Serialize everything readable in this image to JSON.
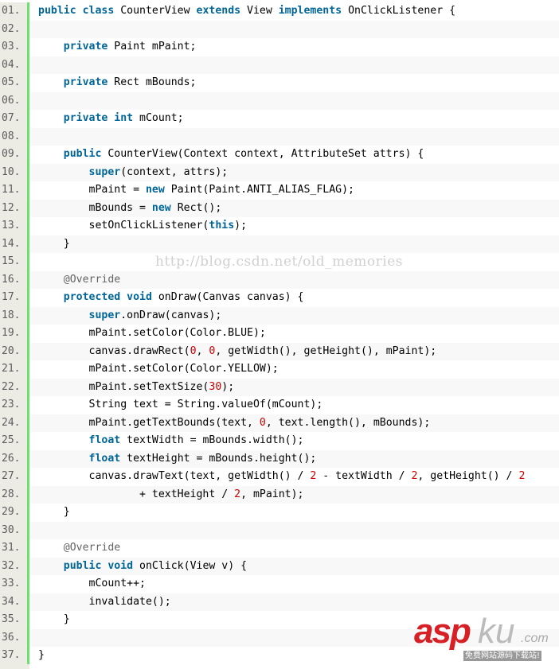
{
  "watermark": "http://blog.csdn.net/old_memories",
  "logo": {
    "brand": "aspku.com",
    "tagline": "免费网站源码下载站!"
  },
  "colors": {
    "keyword": "#006699",
    "number": "#cc0000",
    "annotation": "#646464",
    "gutter_border": "#6ce26c"
  },
  "lines": [
    {
      "num": "01.",
      "tokens": [
        [
          "k",
          "public class"
        ],
        [
          "p",
          " CounterView "
        ],
        [
          "k",
          "extends"
        ],
        [
          "p",
          " View "
        ],
        [
          "k",
          "implements"
        ],
        [
          "p",
          " OnClickListener {"
        ]
      ]
    },
    {
      "num": "02.",
      "tokens": []
    },
    {
      "num": "03.",
      "tokens": [
        [
          "p",
          "    "
        ],
        [
          "k",
          "private"
        ],
        [
          "p",
          " Paint mPaint;"
        ]
      ]
    },
    {
      "num": "04.",
      "tokens": []
    },
    {
      "num": "05.",
      "tokens": [
        [
          "p",
          "    "
        ],
        [
          "k",
          "private"
        ],
        [
          "p",
          " Rect mBounds;"
        ]
      ]
    },
    {
      "num": "06.",
      "tokens": []
    },
    {
      "num": "07.",
      "tokens": [
        [
          "p",
          "    "
        ],
        [
          "k",
          "private int"
        ],
        [
          "p",
          " mCount;"
        ]
      ]
    },
    {
      "num": "08.",
      "tokens": []
    },
    {
      "num": "09.",
      "tokens": [
        [
          "p",
          "    "
        ],
        [
          "k",
          "public"
        ],
        [
          "p",
          " CounterView(Context context, AttributeSet attrs) {"
        ]
      ]
    },
    {
      "num": "10.",
      "tokens": [
        [
          "p",
          "        "
        ],
        [
          "k",
          "super"
        ],
        [
          "p",
          "(context, attrs);"
        ]
      ]
    },
    {
      "num": "11.",
      "tokens": [
        [
          "p",
          "        mPaint = "
        ],
        [
          "k",
          "new"
        ],
        [
          "p",
          " Paint(Paint.ANTI_ALIAS_FLAG);"
        ]
      ]
    },
    {
      "num": "12.",
      "tokens": [
        [
          "p",
          "        mBounds = "
        ],
        [
          "k",
          "new"
        ],
        [
          "p",
          " Rect();"
        ]
      ]
    },
    {
      "num": "13.",
      "tokens": [
        [
          "p",
          "        setOnClickListener("
        ],
        [
          "k",
          "this"
        ],
        [
          "p",
          ");"
        ]
      ]
    },
    {
      "num": "14.",
      "tokens": [
        [
          "p",
          "    }"
        ]
      ]
    },
    {
      "num": "15.",
      "tokens": []
    },
    {
      "num": "16.",
      "tokens": [
        [
          "p",
          "    "
        ],
        [
          "a",
          "@Override"
        ]
      ]
    },
    {
      "num": "17.",
      "tokens": [
        [
          "p",
          "    "
        ],
        [
          "k",
          "protected void"
        ],
        [
          "p",
          " onDraw(Canvas canvas) {"
        ]
      ]
    },
    {
      "num": "18.",
      "tokens": [
        [
          "p",
          "        "
        ],
        [
          "k",
          "super"
        ],
        [
          "p",
          ".onDraw(canvas);"
        ]
      ]
    },
    {
      "num": "19.",
      "tokens": [
        [
          "p",
          "        mPaint.setColor(Color.BLUE);"
        ]
      ]
    },
    {
      "num": "20.",
      "tokens": [
        [
          "p",
          "        canvas.drawRect("
        ],
        [
          "n",
          "0"
        ],
        [
          "p",
          ", "
        ],
        [
          "n",
          "0"
        ],
        [
          "p",
          ", getWidth(), getHeight(), mPaint);"
        ]
      ]
    },
    {
      "num": "21.",
      "tokens": [
        [
          "p",
          "        mPaint.setColor(Color.YELLOW);"
        ]
      ]
    },
    {
      "num": "22.",
      "tokens": [
        [
          "p",
          "        mPaint.setTextSize("
        ],
        [
          "n",
          "30"
        ],
        [
          "p",
          ");"
        ]
      ]
    },
    {
      "num": "23.",
      "tokens": [
        [
          "p",
          "        String text = String.valueOf(mCount);"
        ]
      ]
    },
    {
      "num": "24.",
      "tokens": [
        [
          "p",
          "        mPaint.getTextBounds(text, "
        ],
        [
          "n",
          "0"
        ],
        [
          "p",
          ", text.length(), mBounds);"
        ]
      ]
    },
    {
      "num": "25.",
      "tokens": [
        [
          "p",
          "        "
        ],
        [
          "k",
          "float"
        ],
        [
          "p",
          " textWidth = mBounds.width();"
        ]
      ]
    },
    {
      "num": "26.",
      "tokens": [
        [
          "p",
          "        "
        ],
        [
          "k",
          "float"
        ],
        [
          "p",
          " textHeight = mBounds.height();"
        ]
      ]
    },
    {
      "num": "27.",
      "tokens": [
        [
          "p",
          "        canvas.drawText(text, getWidth() / "
        ],
        [
          "n",
          "2"
        ],
        [
          "p",
          " - textWidth / "
        ],
        [
          "n",
          "2"
        ],
        [
          "p",
          ", getHeight() / "
        ],
        [
          "n",
          "2"
        ]
      ]
    },
    {
      "num": "28.",
      "tokens": [
        [
          "p",
          "                + textHeight / "
        ],
        [
          "n",
          "2"
        ],
        [
          "p",
          ", mPaint);"
        ]
      ]
    },
    {
      "num": "29.",
      "tokens": [
        [
          "p",
          "    }"
        ]
      ]
    },
    {
      "num": "30.",
      "tokens": []
    },
    {
      "num": "31.",
      "tokens": [
        [
          "p",
          "    "
        ],
        [
          "a",
          "@Override"
        ]
      ]
    },
    {
      "num": "32.",
      "tokens": [
        [
          "p",
          "    "
        ],
        [
          "k",
          "public void"
        ],
        [
          "p",
          " onClick(View v) {"
        ]
      ]
    },
    {
      "num": "33.",
      "tokens": [
        [
          "p",
          "        mCount++;"
        ]
      ]
    },
    {
      "num": "34.",
      "tokens": [
        [
          "p",
          "        invalidate();"
        ]
      ]
    },
    {
      "num": "35.",
      "tokens": [
        [
          "p",
          "    }"
        ]
      ]
    },
    {
      "num": "36.",
      "tokens": []
    },
    {
      "num": "37.",
      "tokens": [
        [
          "p",
          "}"
        ]
      ]
    }
  ]
}
